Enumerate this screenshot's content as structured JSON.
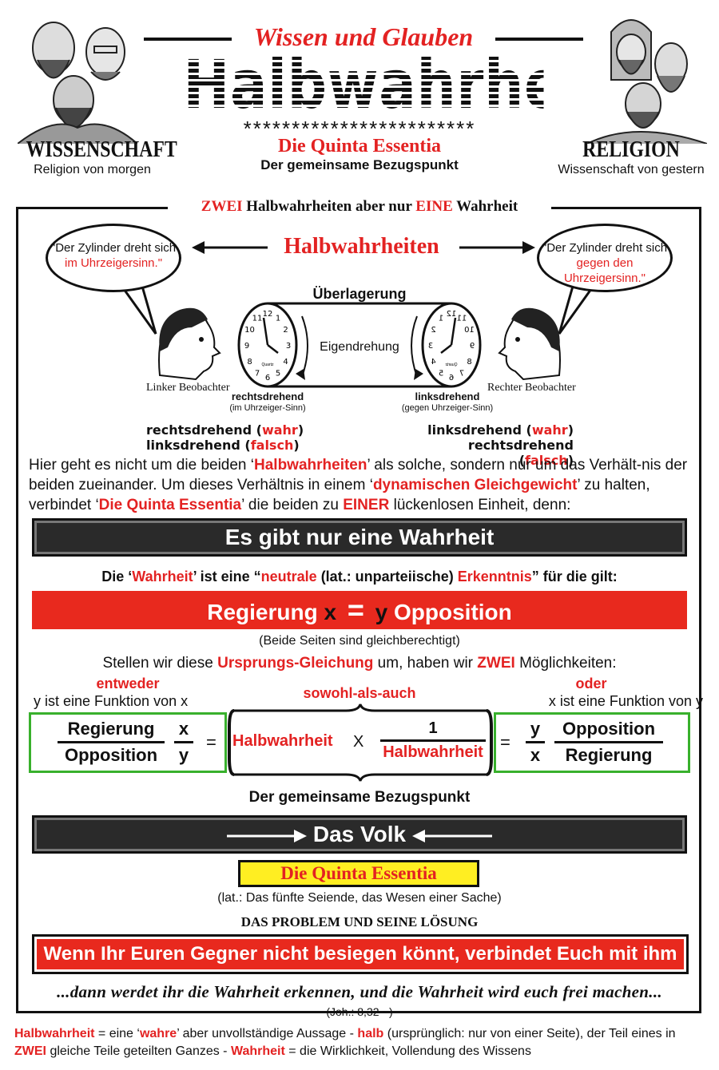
{
  "header": {
    "subtitle": "Wissen und Glauben",
    "title": "Halbwahrheiten",
    "stars": "************************",
    "quinta": "Die Quinta Essentia",
    "bezug": "Der gemeinsame Bezugspunkt",
    "left_title": "WISSENSCHAFT",
    "left_sub": "Religion von morgen",
    "right_title": "RELIGION",
    "right_sub": "Wissenschaft von gestern"
  },
  "frame_caption": {
    "w1": "ZWEI",
    "w2": " Halbwahrheiten aber nur ",
    "w3": "EINE",
    "w4": " Wahrheit"
  },
  "diagram": {
    "left_bubble_1": "\"Der Zylinder dreht sich",
    "left_bubble_2": "im Uhrzeigersinn.\"",
    "right_bubble_1": "\"Der Zylinder dreht sich",
    "right_bubble_2": "gegen den Uhrzeigersinn.\"",
    "halbwahrheiten": "Halbwahrheiten",
    "ueberlagerung": "Überlagerung",
    "eigendrehung": "Eigendrehung",
    "left_observer": "Linker Beobachter",
    "right_observer": "Rechter Beobachter",
    "left_dir": "rechtsdrehend",
    "left_dir_sub": "(im Uhrzeiger-Sinn)",
    "right_dir": "linksdrehend",
    "right_dir_sub": "(gegen Uhrzeiger-Sinn)",
    "clock_numbers": [
      "12",
      "1",
      "2",
      "3",
      "4",
      "5",
      "6",
      "7",
      "8",
      "9",
      "10",
      "11"
    ],
    "clock_brand": "Quartz",
    "left_stmt1": "rechtsdrehend (",
    "left_stmt1_v": "wahr",
    "left_stmt2": "linksdrehend (",
    "left_stmt2_v": "falsch",
    "right_stmt1": "linksdrehend (",
    "right_stmt1_v": "wahr",
    "right_stmt2": "rechtsdrehend (",
    "right_stmt2_v": "falsch",
    "close_paren": ")"
  },
  "paragraph": {
    "p1": "Hier geht es nicht um die beiden ‘",
    "p2": "Halbwahrheiten",
    "p3": "’ als solche, sondern nur um das Verhält-nis der beiden zueinander. Um dieses Verhältnis in einem ‘",
    "p4": "dynamischen Gleichgewicht",
    "p5": "’ zu halten, verbindet ‘",
    "p6": "Die Quinta Essentia",
    "p7": "’ die beiden zu ",
    "p8": "EINER",
    "p9": " lückenlosen Einheit, denn:"
  },
  "banner1": "Es gibt nur eine Wahrheit",
  "wahrheit_line": {
    "a": "Die ‘",
    "b": "Wahrheit",
    "c": "’ ist eine “",
    "d": "neutrale",
    "e": " (lat.: unparteiische) ",
    "f": "Erkenntnis",
    "g": "” für die gilt:"
  },
  "equation": {
    "left": "Regierung",
    "x": "x",
    "eq": "=",
    "y": "y",
    "right": "Opposition"
  },
  "gleich": "(Beide Seiten sind gleichberechtigt)",
  "stellen": {
    "a": "Stellen wir diese ",
    "b": "Ursprungs-Gleichung",
    "c": " um, haben wir ",
    "d": "ZWEI",
    "e": " Möglichkeiten:"
  },
  "options": {
    "entweder": "entweder",
    "left_func": "y ist eine Funktion von x",
    "sowohl": "sowohl-als-auch",
    "oder": "oder",
    "right_func": "x ist eine Funktion von y"
  },
  "formula": {
    "reg": "Regierung",
    "opp": "Opposition",
    "x": "x",
    "y": "y",
    "eq": "=",
    "halb": "Halbwahrheit",
    "times": "X",
    "one": "1",
    "halb2": "Halbwahrheit"
  },
  "bezug2": "Der gemeinsame Bezugspunkt",
  "volk": "Das Volk",
  "quinta_box": "Die Quinta Essentia",
  "quinta_sub": "(lat.: Das fünfte Seiende, das Wesen einer Sache)",
  "problem": "DAS PROBLEM UND SEINE LÖSUNG",
  "banner3": "Wenn Ihr Euren Gegner nicht besiegen könnt, verbindet Euch mit ihm",
  "quote": "...dann werdet ihr die Wahrheit erkennen, und die Wahrheit wird euch frei machen...",
  "quote_ref": "(Joh.: 8,32 - )",
  "footer": {
    "a": "Halbwahrheit",
    "b": " = eine ‘",
    "c": "wahre",
    "d": "’ aber unvollständige Aussage - ",
    "e": "halb",
    "f": " (ursprünglich: nur von einer Seite), der Teil eines in ",
    "g": "ZWEI",
    "h": " gleiche Teile geteilten Ganzes - ",
    "i": "Wahrheit",
    "j": " = die Wirklichkeit, Vollendung des Wissens"
  },
  "colors": {
    "accent_red": "#e32222",
    "frame_green": "#38b02c",
    "banner_dark": "#2a2a2a",
    "highlight_yellow": "#ffee22"
  }
}
